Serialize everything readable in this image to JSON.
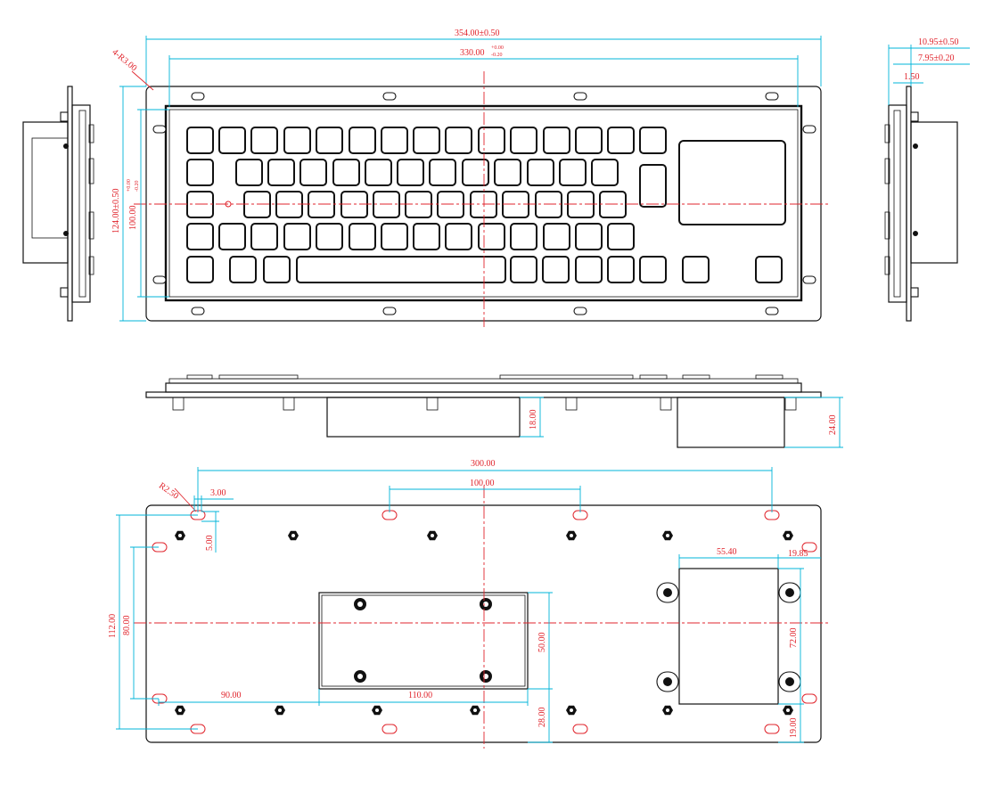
{
  "front_view": {
    "overall_width": "354.00±0.50",
    "inner_width": "330.00",
    "inner_width_tol_upper": "+0.00",
    "inner_width_tol_lower": "-0.20",
    "corner_radius": "4-R3.00",
    "overall_height": "124.00±0.50",
    "inner_height": "100.00",
    "inner_height_tol_upper": "+0.00",
    "inner_height_tol_lower": "-0.20"
  },
  "side_view": {
    "total_thickness": "10.95±0.50",
    "panel_thickness": "7.95±0.20",
    "flange_thickness": "1.50"
  },
  "profile_view": {
    "module_depth": "18.00",
    "touchpad_depth": "24.00"
  },
  "rear_view": {
    "slot_span": "300.00",
    "slot_pitch": "100.00",
    "slot_radius": "R2.50",
    "slot_width": "3.00",
    "slot_length": "5.00",
    "height_outer": "112.00",
    "height_inner": "80.00",
    "pcb_offset": "90.00",
    "pcb_width": "110.00",
    "pcb_height": "50.00",
    "pcb_bottom": "28.00",
    "tp_width": "55.40",
    "tp_side": "19.85",
    "tp_height": "72.00",
    "tp_bottom": "19.00"
  }
}
